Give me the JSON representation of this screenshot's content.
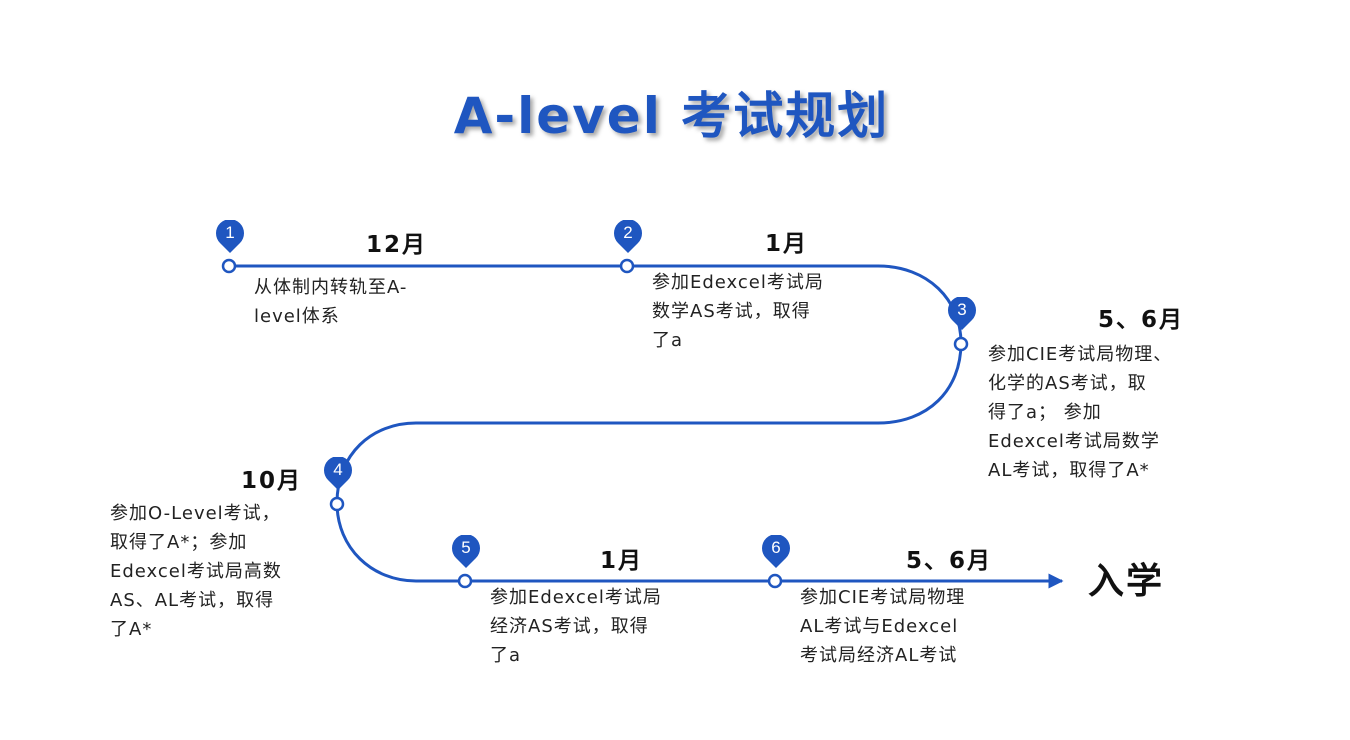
{
  "title": "A-level 考试规划",
  "accent_color": "#1f56c0",
  "goal": "入学",
  "steps": [
    {
      "num": "1",
      "month": "12月",
      "lines": [
        "从体制内转轨至A-",
        "level体系"
      ]
    },
    {
      "num": "2",
      "month": "1月",
      "lines": [
        "参加Edexcel考试局",
        "数学AS考试，取得",
        "了a"
      ]
    },
    {
      "num": "3",
      "month": "5、6月",
      "lines": [
        "参加CIE考试局物理、",
        "化学的AS考试，取",
        "得了a；  参加",
        "Edexcel考试局数学",
        "AL考试，取得了A*"
      ]
    },
    {
      "num": "4",
      "month": "10月",
      "lines": [
        "参加O-Level考试，",
        "取得了A*；参加",
        "Edexcel考试局高数",
        "AS、AL考试，取得",
        "了A*"
      ]
    },
    {
      "num": "5",
      "month": "1月",
      "lines": [
        "参加Edexcel考试局",
        "经济AS考试，取得",
        "了a"
      ]
    },
    {
      "num": "6",
      "month": "5、6月",
      "lines": [
        "参加CIE考试局物理",
        "AL考试与Edexcel",
        "考试局经济AL考试"
      ]
    }
  ]
}
